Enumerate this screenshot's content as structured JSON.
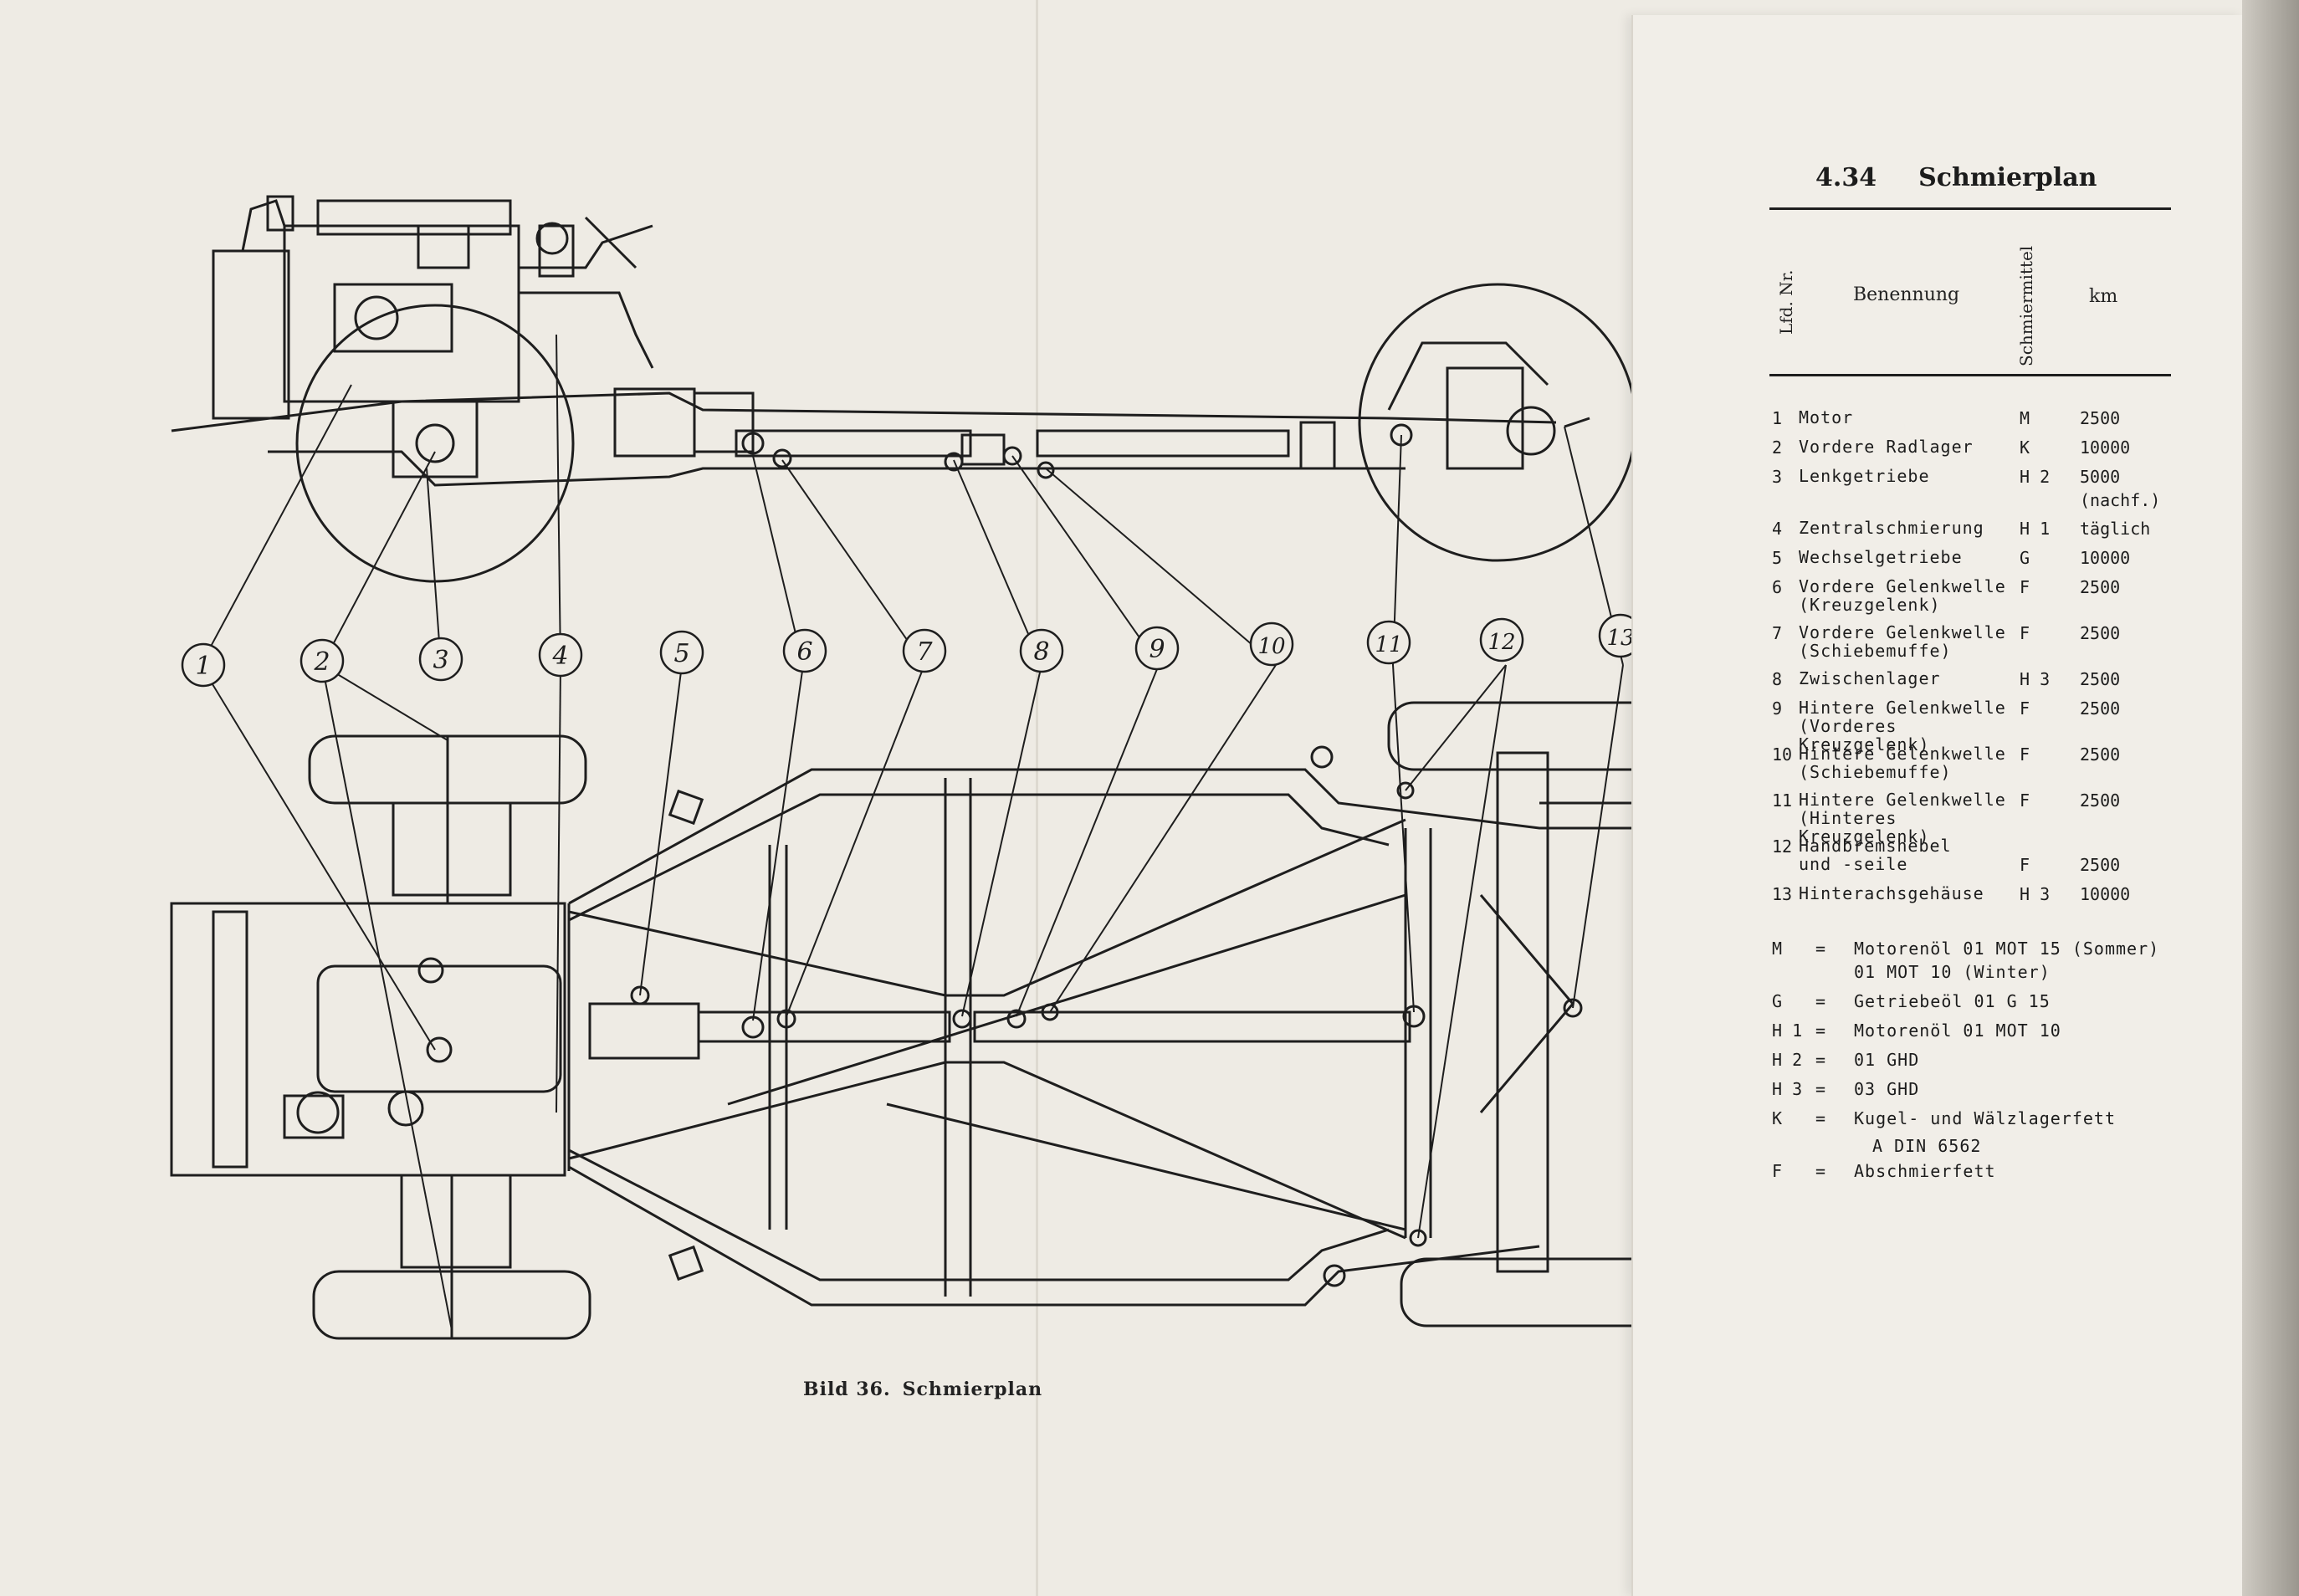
{
  "callouts": [
    "1",
    "2",
    "3",
    "4",
    "5",
    "6",
    "7",
    "8",
    "9",
    "10",
    "11",
    "12",
    "13"
  ],
  "caption": {
    "bild": "Bild 36.",
    "title": "Schmierplan"
  },
  "table": {
    "section": "4.34",
    "title": "Schmierplan",
    "col_nr": "Lfd. Nr.",
    "col_name": "Benennung",
    "col_mittel": "Schmiermittel",
    "col_km": "km",
    "rows": [
      {
        "nr": "1",
        "name": "Motor",
        "mittel": "M",
        "km": "2500"
      },
      {
        "nr": "2",
        "name": "Vordere Radlager",
        "mittel": "K",
        "km": "10000"
      },
      {
        "nr": "3",
        "name": "Lenkgetriebe",
        "mittel": "H 2",
        "km": "5000",
        "note": "(nachf.)"
      },
      {
        "nr": "4",
        "name": "Zentralschmierung",
        "mittel": "H 1",
        "km": "täglich"
      },
      {
        "nr": "5",
        "name": "Wechselgetriebe",
        "mittel": "G",
        "km": "10000"
      },
      {
        "nr": "6",
        "name": "Vordere Gelenkwelle",
        "name2": "(Kreuzgelenk)",
        "mittel": "F",
        "km": "2500"
      },
      {
        "nr": "7",
        "name": "Vordere Gelenkwelle",
        "name2": "(Schiebemuffe)",
        "mittel": "F",
        "km": "2500"
      },
      {
        "nr": "8",
        "name": "Zwischenlager",
        "mittel": "H 3",
        "km": "2500"
      },
      {
        "nr": "9",
        "name": "Hintere Gelenkwelle",
        "name2": "(Vorderes Kreuzgelenk)",
        "mittel": "F",
        "km": "2500"
      },
      {
        "nr": "10",
        "name": "Hintere Gelenkwelle",
        "name2": "(Schiebemuffe)",
        "mittel": "F",
        "km": "2500"
      },
      {
        "nr": "11",
        "name": "Hintere Gelenkwelle",
        "name2": "(Hinteres Kreuzgelenk)",
        "mittel": "F",
        "km": "2500"
      },
      {
        "nr": "12",
        "name": "Handbremshebel",
        "name2": "und -seile",
        "mittel": "F",
        "km": "2500"
      },
      {
        "nr": "13",
        "name": "Hinterachsgehäuse",
        "mittel": "H 3",
        "km": "10000"
      }
    ],
    "legend": [
      {
        "key": "M",
        "eq": "=",
        "val": "Motorenöl 01 MOT 15 (Sommer)",
        "val2": "01 MOT 10 (Winter)"
      },
      {
        "key": "G",
        "eq": "=",
        "val": "Getriebeöl 01 G 15"
      },
      {
        "key": "H 1",
        "eq": "=",
        "val": "Motorenöl 01 MOT 10"
      },
      {
        "key": "H 2",
        "eq": "=",
        "val": "01 GHD"
      },
      {
        "key": "H 3",
        "eq": "=",
        "val": "03 GHD"
      },
      {
        "key": "K",
        "eq": "=",
        "val": "Kugel- und Wälzlagerfett",
        "val2": "A DIN 6562"
      },
      {
        "key": "F",
        "eq": "=",
        "val": "Abschmierfett"
      }
    ]
  },
  "colors": {
    "paper": "#eeebe4",
    "ink": "#1e1e1e",
    "cover": "#2c4a8c"
  }
}
